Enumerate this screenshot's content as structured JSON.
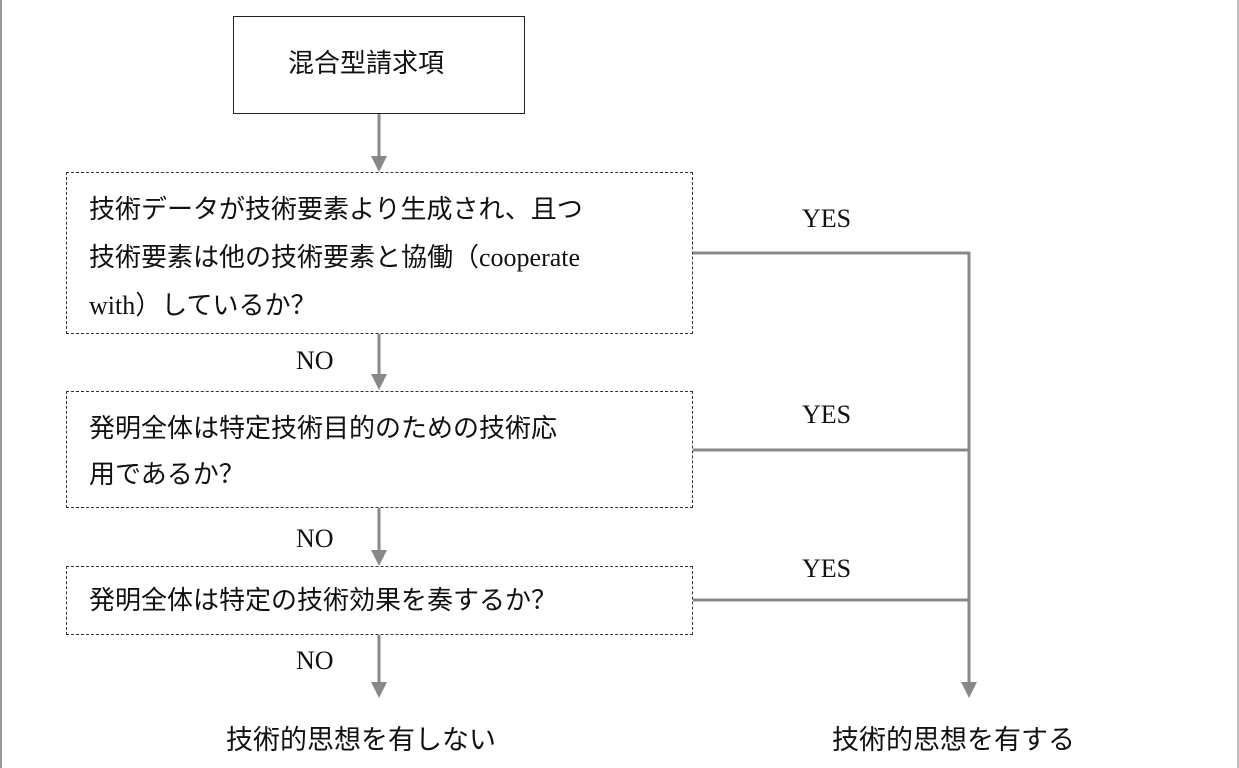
{
  "diagram": {
    "start": {
      "label": "混合型請求項"
    },
    "questions": [
      {
        "line1": "技術データが技術要素より生成され、且つ",
        "line2_prefix": "技術要素は他の技術要素と協働（",
        "line2_latin": "cooperate",
        "line3_latin": "with",
        "line3_suffix": "）しているか？",
        "yes_label": "YES",
        "no_label": "NO"
      },
      {
        "line1": "発明全体は特定技術目的のための技術応",
        "line2": "用であるか？",
        "yes_label": "YES",
        "no_label": "NO"
      },
      {
        "line1": "発明全体は特定の技術効果を奏するか？",
        "yes_label": "YES",
        "no_label": "NO"
      }
    ],
    "outcome_no": "技術的思想を有しない",
    "outcome_yes": "技術的思想を有する",
    "colors": {
      "connector": "#888888",
      "box_border": "#222222",
      "text": "#111111"
    }
  }
}
